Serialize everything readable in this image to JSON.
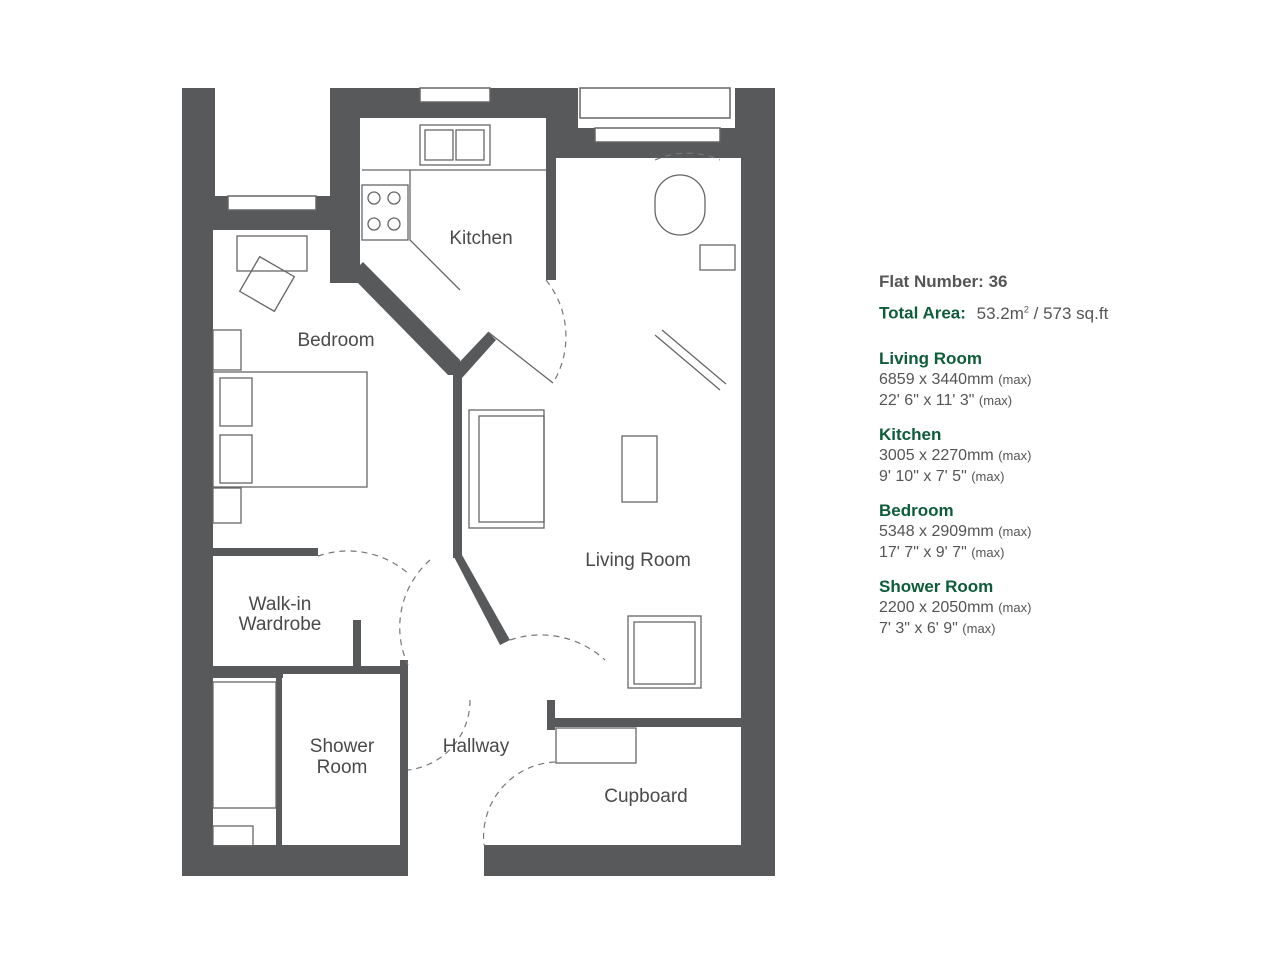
{
  "flat": {
    "label": "Flat Number:",
    "number": "36"
  },
  "area": {
    "label": "Total Area:",
    "metric": "53.2m",
    "metric_sup": "2",
    "imperial": " / 573 sq.ft"
  },
  "rooms": [
    {
      "name": "Living Room",
      "metric": "6859 x 3440mm",
      "imperial": "22' 6\" x 11' 3\"",
      "suffix": "(max)"
    },
    {
      "name": "Kitchen",
      "metric": "3005 x 2270mm",
      "imperial": "9' 10\" x 7' 5\"",
      "suffix": "(max)"
    },
    {
      "name": "Bedroom",
      "metric": "5348 x 2909mm",
      "imperial": "17' 7\" x 9' 7\"",
      "suffix": "(max)"
    },
    {
      "name": "Shower Room",
      "metric": "2200 x 2050mm",
      "imperial": "7' 3\" x 6' 9\"",
      "suffix": "(max)"
    }
  ],
  "plan_labels": {
    "kitchen": "Kitchen",
    "bedroom": "Bedroom",
    "living_room": "Living Room",
    "walkin_1": "Walk-in",
    "walkin_2": "Wardrobe",
    "shower_1": "Shower",
    "shower_2": "Room",
    "hallway": "Hallway",
    "cupboard": "Cupboard"
  },
  "colors": {
    "wall": "#58595b",
    "accent": "#0d5c3a",
    "line": "#666666"
  }
}
